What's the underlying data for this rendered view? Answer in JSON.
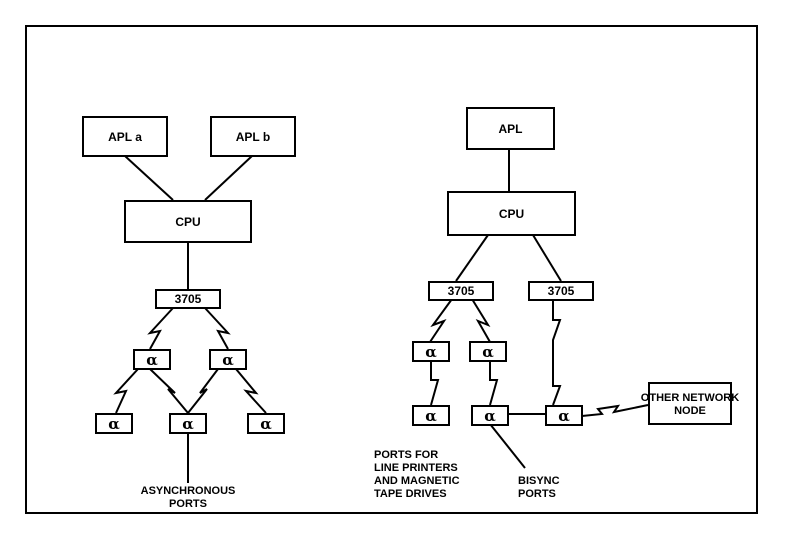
{
  "diagram": {
    "left_network": {
      "hosts": [
        "APL a",
        "APL b"
      ],
      "cpu": "CPU",
      "controller": "3705",
      "node_symbol": "α",
      "ports_label": "ASYNCHRONOUS\nPORTS"
    },
    "right_network": {
      "host": "APL",
      "cpu": "CPU",
      "controllers": [
        "3705",
        "3705"
      ],
      "node_symbol": "α",
      "other_node_label": "OTHER NETWORK\nNODE",
      "printer_ports_label": "PORTS FOR\nLINE PRINTERS\nAND MAGNETIC\nTAPE DRIVES",
      "bisync_ports_label": "BISYNC\nPORTS"
    }
  }
}
